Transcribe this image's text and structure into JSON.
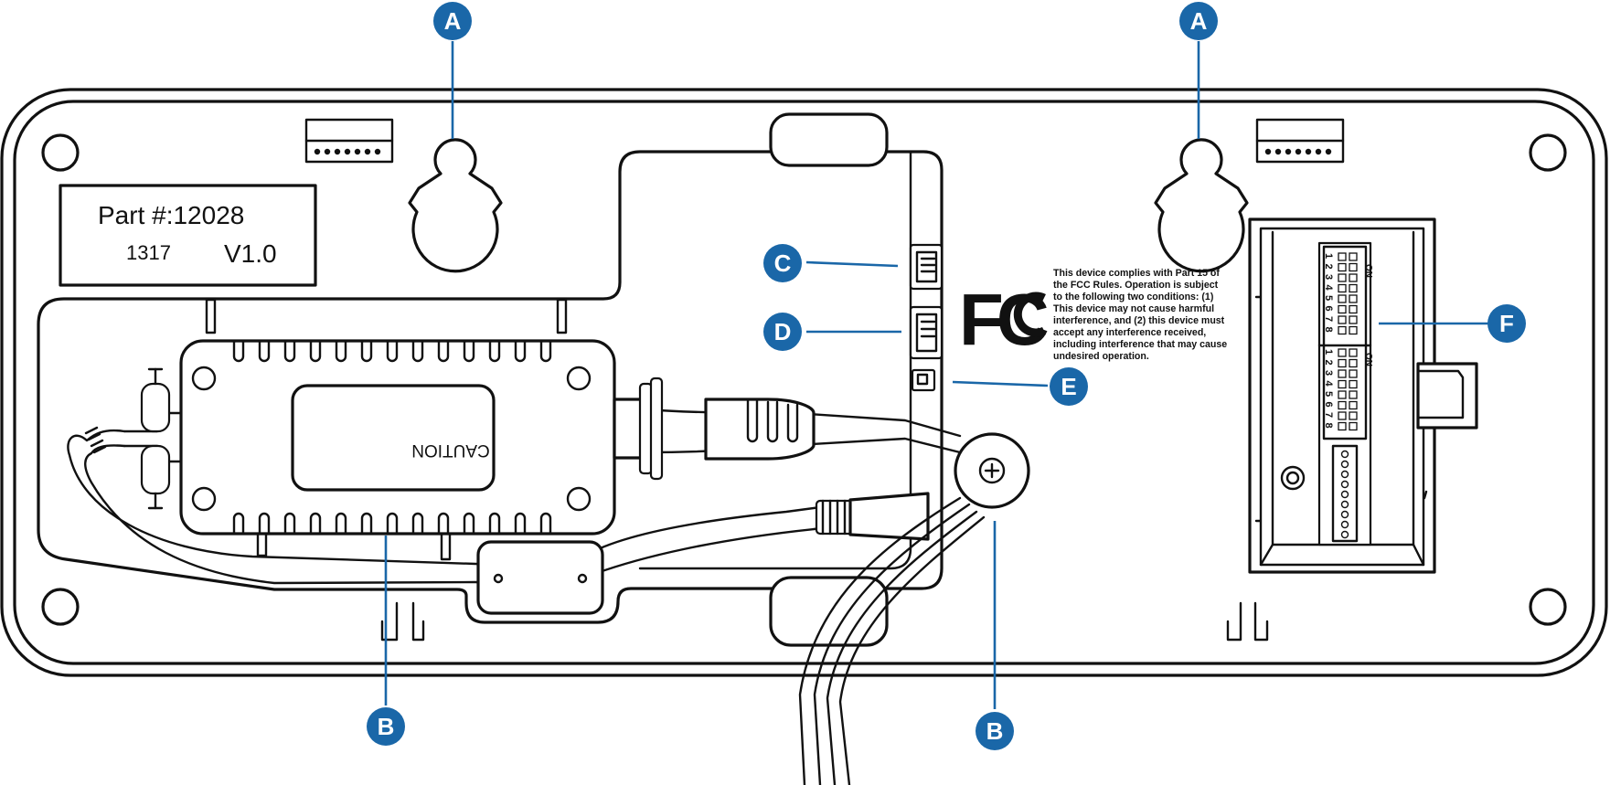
{
  "label": {
    "part": "Part #:12028",
    "code": "1317",
    "version": "V1.0"
  },
  "caution": "CAUTION",
  "fcc": {
    "logo": "FC",
    "notice_lines": [
      "This device complies with Part 15 of",
      "the FCC Rules. Operation is subject",
      "to the following two conditions: (1)",
      "This device may not cause harmful",
      "interference, and (2) this device must",
      "accept any interference received,",
      "including interference that may cause",
      "undesired operation."
    ]
  },
  "dip_switches": {
    "on_label": "ON",
    "numbers": [
      "1",
      "2",
      "3",
      "4",
      "5",
      "6",
      "7",
      "8"
    ]
  },
  "callouts": [
    {
      "id": "A",
      "text": "A"
    },
    {
      "id": "A",
      "text": "A"
    },
    {
      "id": "B",
      "text": "B"
    },
    {
      "id": "B",
      "text": "B"
    },
    {
      "id": "C",
      "text": "C"
    },
    {
      "id": "D",
      "text": "D"
    },
    {
      "id": "E",
      "text": "E"
    },
    {
      "id": "F",
      "text": "F"
    }
  ],
  "colors": {
    "callout": "#1a67a8",
    "outline": "#111111"
  }
}
